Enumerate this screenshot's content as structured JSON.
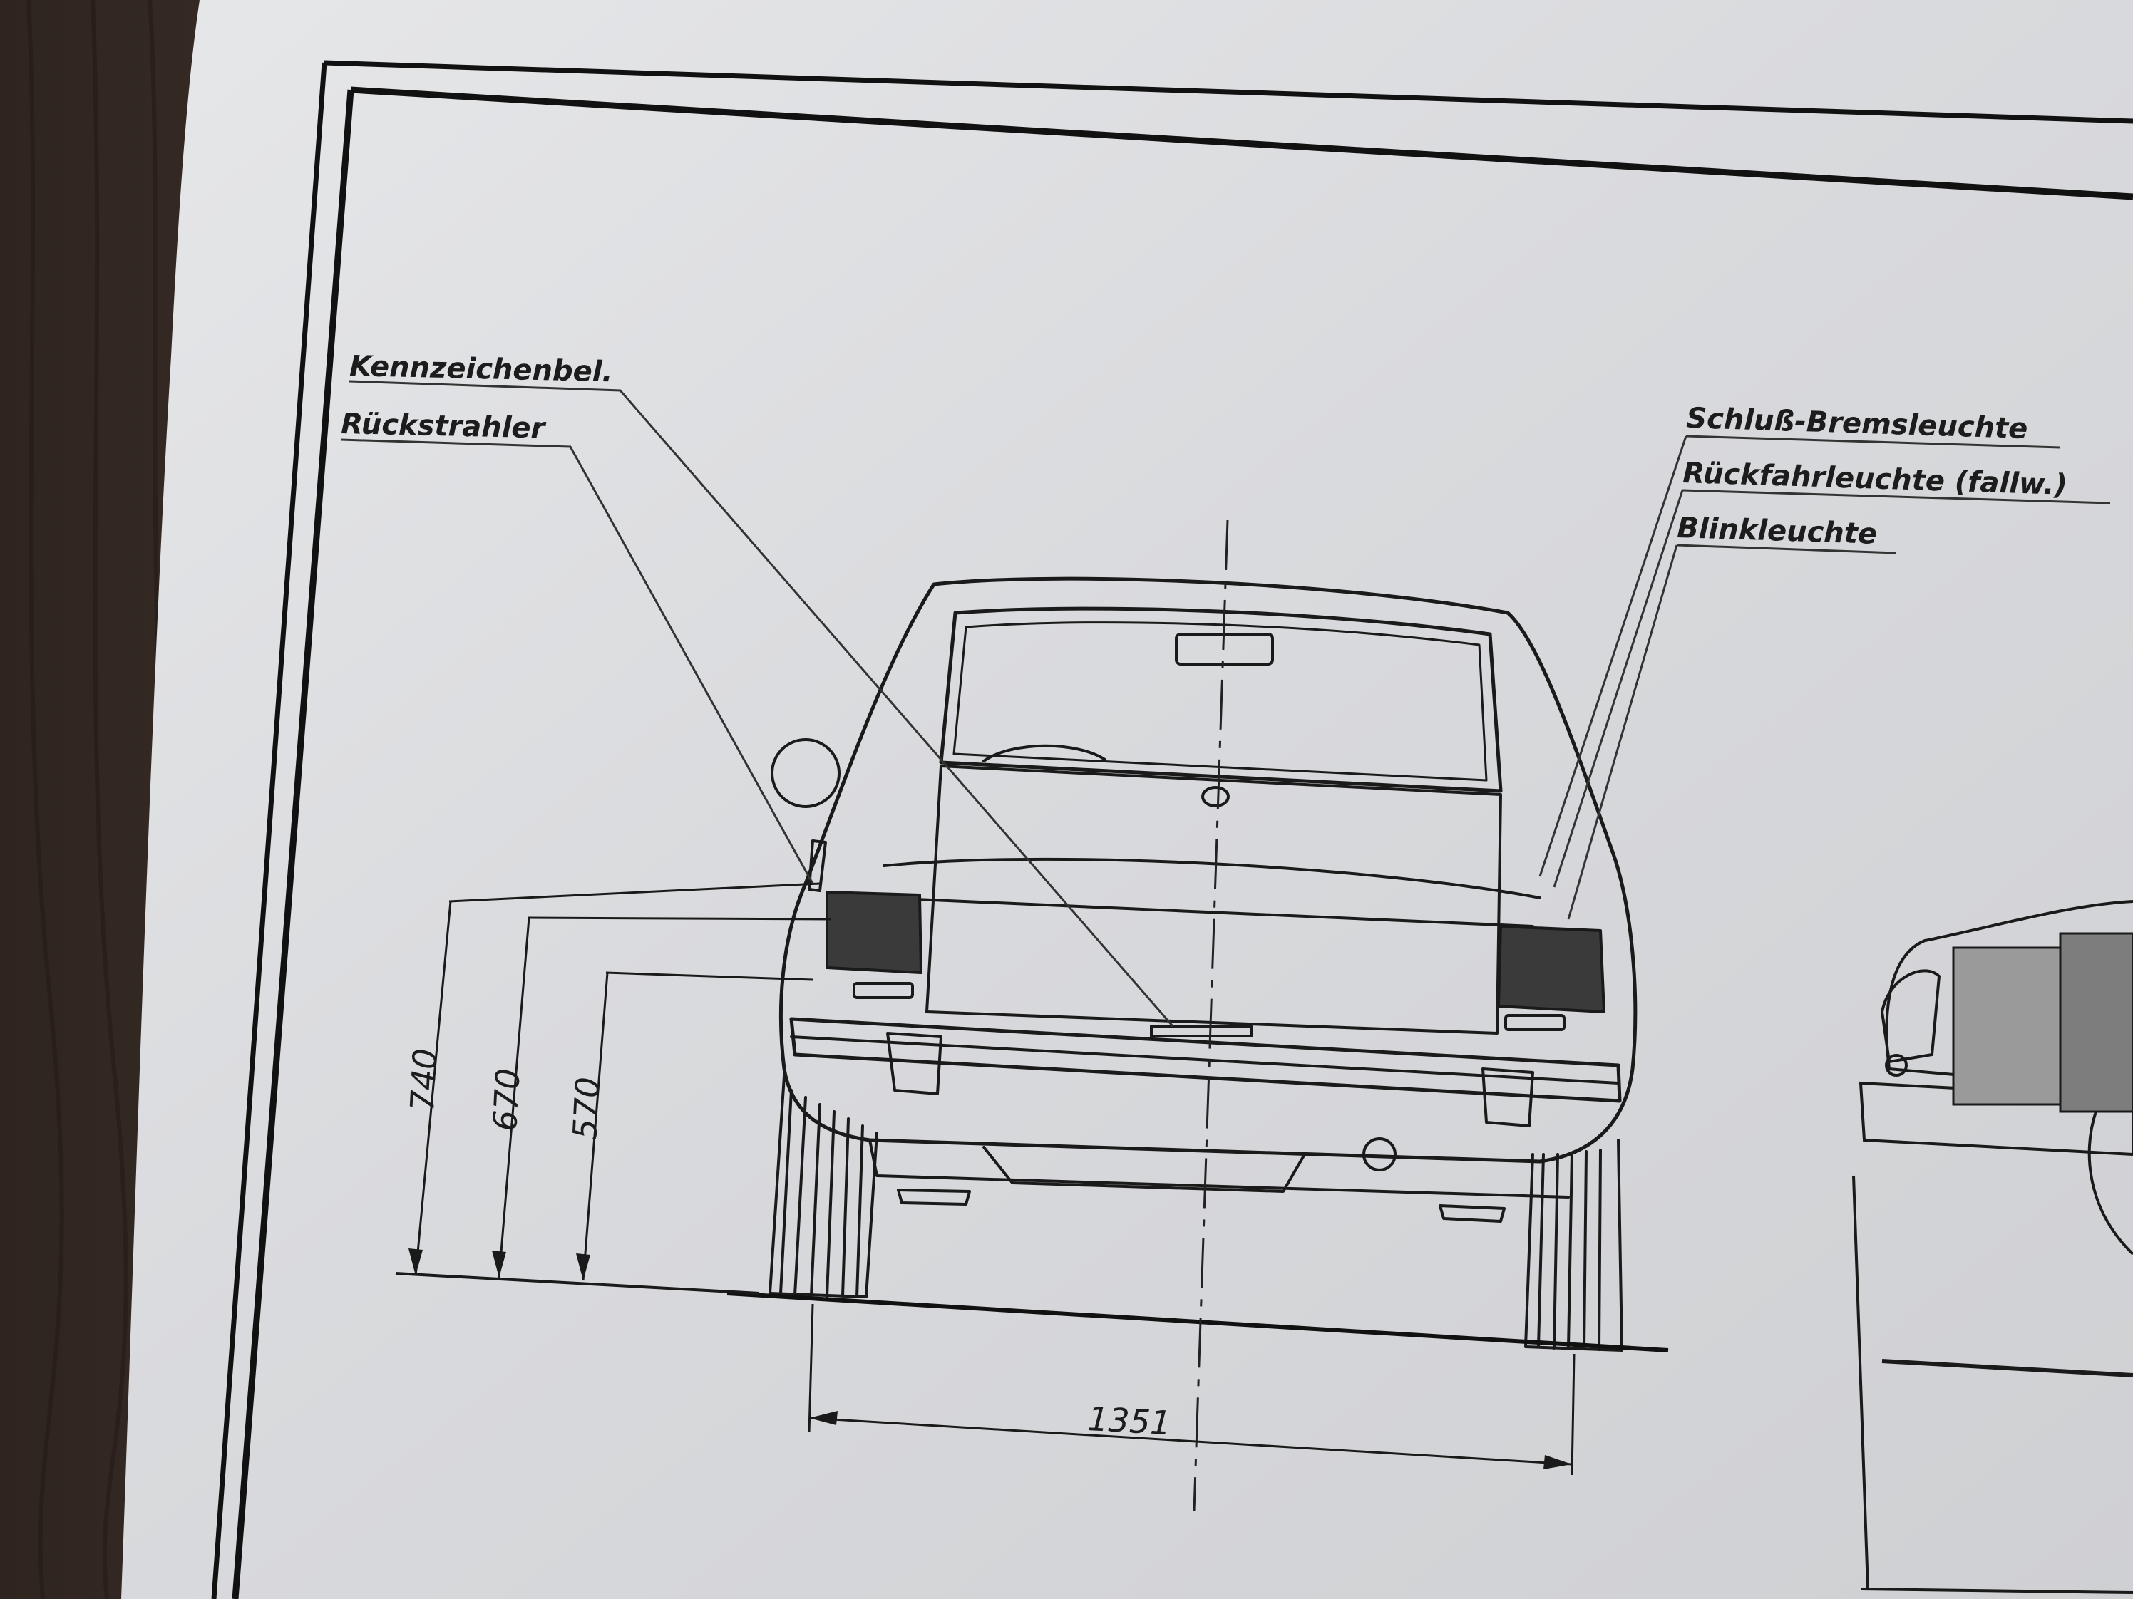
{
  "drawing": {
    "callouts_left": [
      {
        "id": "license-plate-light",
        "text": "Kennzeichenbel."
      },
      {
        "id": "reflector",
        "text": "Rückstrahler"
      }
    ],
    "callouts_right": [
      {
        "id": "tail-brake-light",
        "text": "Schluß-Bremsleuchte"
      },
      {
        "id": "reverse-light",
        "text": "Rückfahrleuchte (fallw.)"
      },
      {
        "id": "indicator-light",
        "text": "Blinkleuchte"
      }
    ],
    "dimensions": {
      "height_reflector": "740",
      "height_tail_light": "670",
      "height_indicator": "570",
      "track_width": "1351"
    }
  }
}
